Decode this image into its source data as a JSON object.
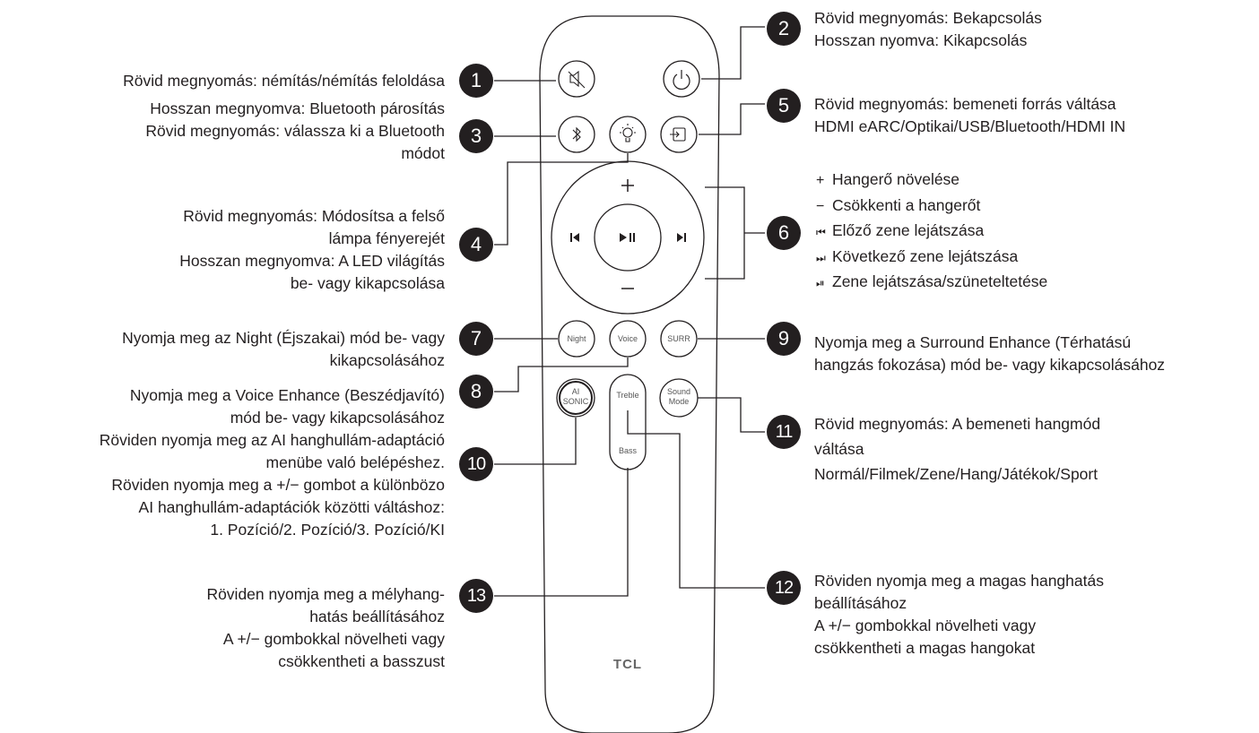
{
  "callouts": {
    "c1": {
      "num": "1",
      "lines": [
        "Rövid megnyomás: némítás/némítás feloldása"
      ]
    },
    "c2": {
      "num": "2",
      "lines": [
        "Rövid megnyomás: Bekapcsolás",
        "Hosszan nyomva: Kikapcsolás"
      ]
    },
    "c3": {
      "num": "3",
      "lines": [
        "Hosszan megnyomva: Bluetooth párosítás",
        "Rövid megnyomás: válassza ki a Bluetooth",
        "módot"
      ]
    },
    "c4": {
      "num": "4",
      "lines": [
        "Rövid megnyomás: Módosítsa a felső",
        "lámpa fényerejét",
        "Hosszan megnyomva: A LED világítás",
        "be- vagy kikapcsolása"
      ]
    },
    "c5": {
      "num": "5",
      "lines": [
        "Rövid megnyomás: bemeneti forrás váltása",
        "HDMI eARC/Optikai/USB/Bluetooth/HDMI IN"
      ]
    },
    "c6": {
      "num": "6",
      "items": [
        {
          "symbol": "+",
          "text": "Hangerő növelése"
        },
        {
          "symbol": "−",
          "text": "Csökkenti a hangerőt"
        },
        {
          "symbol": "⏮",
          "text": "Előző zene lejátszása"
        },
        {
          "symbol": "⏭",
          "text": "Következő zene lejátszása"
        },
        {
          "symbol": "⏯",
          "text": "Zene lejátszása/szüneteltetése"
        }
      ]
    },
    "c7": {
      "num": "7",
      "lines": [
        "Nyomja meg az Night (Éjszakai) mód be- vagy",
        "kikapcsolásához"
      ]
    },
    "c8": {
      "num": "8",
      "lines": [
        "Nyomja meg a Voice Enhance (Beszédjavító)",
        "mód be- vagy kikapcsolásához"
      ]
    },
    "c9": {
      "num": "9",
      "lines": [
        "Nyomja meg a Surround Enhance (Térhatású",
        "hangzás fokozása) mód be- vagy kikapcsolásához"
      ]
    },
    "c10": {
      "num": "10",
      "lines": [
        "Röviden nyomja meg az AI hanghullám-adaptáció",
        "menübe való belépéshez.",
        "Röviden nyomja meg a +/− gombot a különbözo",
        "AI hanghullám-adaptációk közötti váltáshoz:",
        "1. Pozíció/2. Pozíció/3. Pozíció/KI"
      ]
    },
    "c11": {
      "num": "11",
      "lines": [
        "Rövid megnyomás: A bemeneti hangmód",
        "váltása",
        "Normál/Filmek/Zene/Hang/Játékok/Sport"
      ]
    },
    "c12": {
      "num": "12",
      "lines": [
        "Röviden nyomja meg a magas hanghatás",
        "beállításához",
        "A +/− gombokkal növelheti vagy",
        "csökkentheti a magas hangokat"
      ]
    },
    "c13": {
      "num": "13",
      "lines": [
        "Röviden nyomja meg a mélyhang-",
        "hatás beállításához",
        "A +/− gombokkal növelheti vagy",
        "csökkentheti a basszust"
      ]
    }
  },
  "remote": {
    "brand": "TCL",
    "buttons": {
      "night": "Night",
      "voice": "Voice",
      "surr": "SURR",
      "ai_line1": "AI",
      "ai_line2": "SONIC",
      "treble": "Treble",
      "bass": "Bass",
      "sound_line1": "Sound",
      "sound_line2": "Mode",
      "plus": "+",
      "minus": "−"
    }
  }
}
